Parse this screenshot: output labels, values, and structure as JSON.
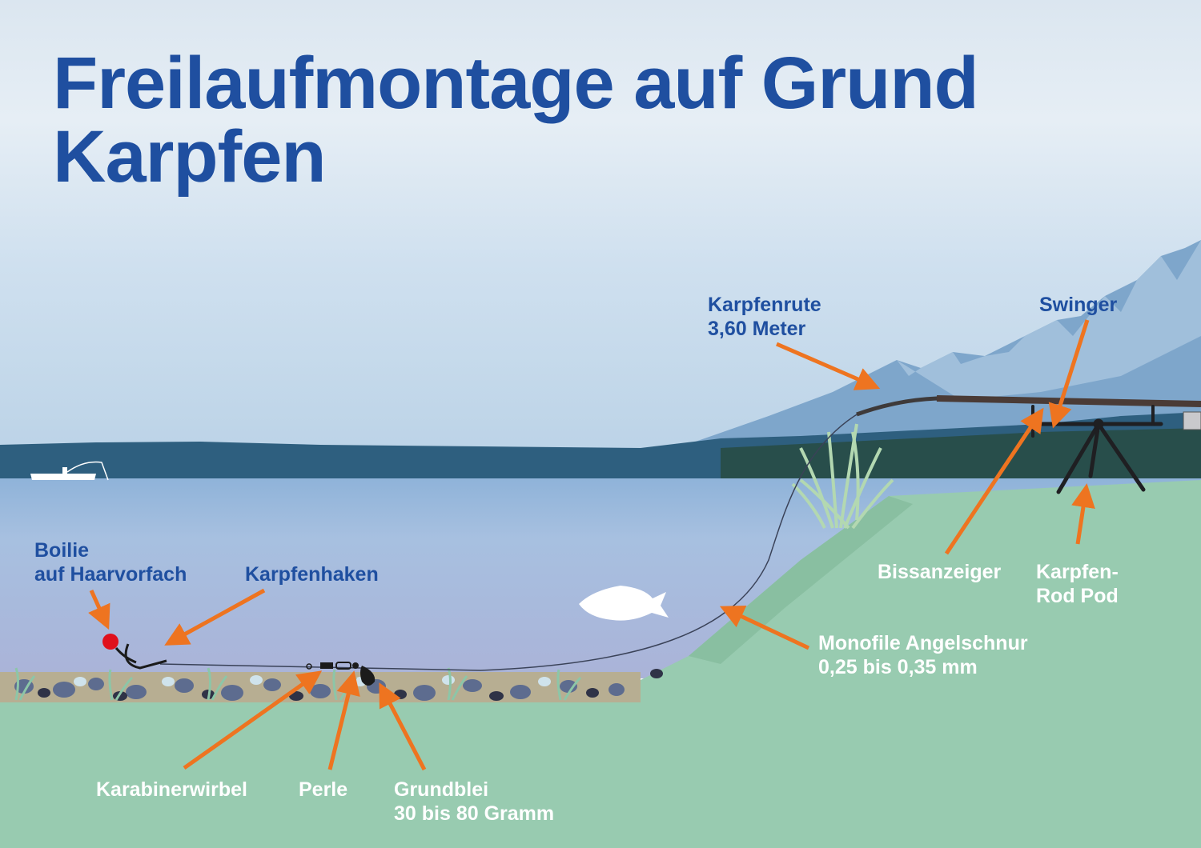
{
  "title": {
    "line1": "Freilaufmontage auf Grund",
    "line2": "Karpfen"
  },
  "colors": {
    "title_blue": "#1f4fa0",
    "arrow_orange": "#ee7420",
    "ground_green": "#98cbb0",
    "water_top": "#9fbfe0",
    "water_bottom": "#aab4d8",
    "boilie_red": "#e0101c"
  },
  "labels": {
    "rod": {
      "line1": "Karpfenrute",
      "line2": "3,60 Meter"
    },
    "swinger": {
      "line1": "Swinger"
    },
    "boilie": {
      "line1": "Boilie",
      "line2": "auf Haarvorfach"
    },
    "hook": {
      "line1": "Karpfenhaken"
    },
    "bite_alarm": {
      "line1": "Bissanzeiger"
    },
    "rod_pod": {
      "line1": "Karpfen-",
      "line2": "Rod Pod"
    },
    "line": {
      "line1": "Monofile Angelschnur",
      "line2": "0,25 bis 0,35 mm"
    },
    "swivel": {
      "line1": "Karabinerwirbel"
    },
    "bead": {
      "line1": "Perle"
    },
    "lead": {
      "line1": "Grundblei",
      "line2": "30 bis 80 Gramm"
    }
  }
}
